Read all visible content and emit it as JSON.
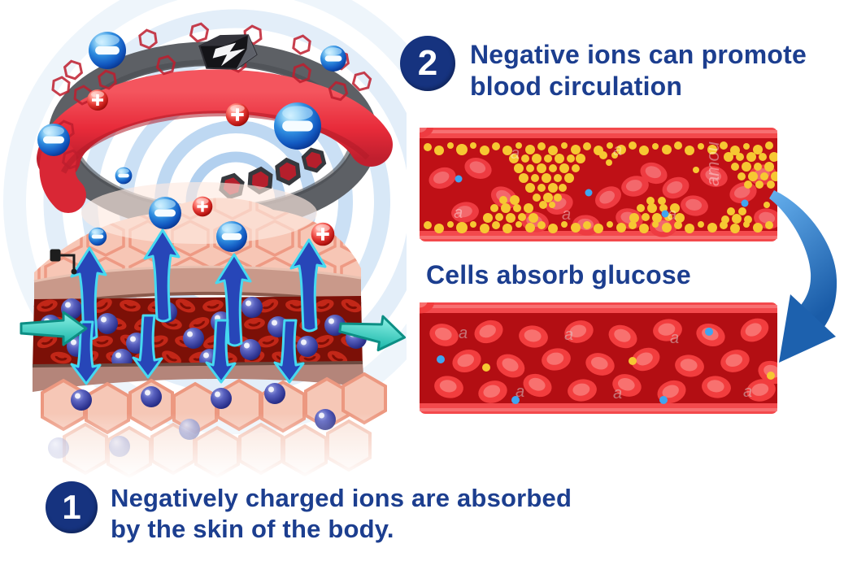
{
  "title": "Negative ion wristband infographic",
  "step2": {
    "number": "2",
    "line1": "Negative ions can promote",
    "line2": "blood circulation"
  },
  "vessel_caption": "Cells absorb glucose",
  "step1": {
    "number": "1",
    "line1": "Negatively charged ions are absorbed",
    "line2": "by the skin of the body."
  },
  "watermark": {
    "letter": "a",
    "vertical": "amou"
  },
  "icons": {
    "negative_ion": "−",
    "positive_ion": "+",
    "bolt_charm": "⚡",
    "flow_arrow": "→",
    "circulation_arrow": "⤵"
  },
  "colors": {
    "badge_navy": "#16337f",
    "heading_blue": "#1c3e8f",
    "vessel_wall_red": "#f3494c",
    "blood_dark_red": "#bf1016",
    "glucose_yellow": "#f6c832",
    "rbc_red": "#ee3b41",
    "ion_blue": "#1565d8",
    "ion_red": "#d01818",
    "circulation_arrow_blue": "#1d61ae",
    "teal_flow_arrow": "#2fd0c0"
  }
}
